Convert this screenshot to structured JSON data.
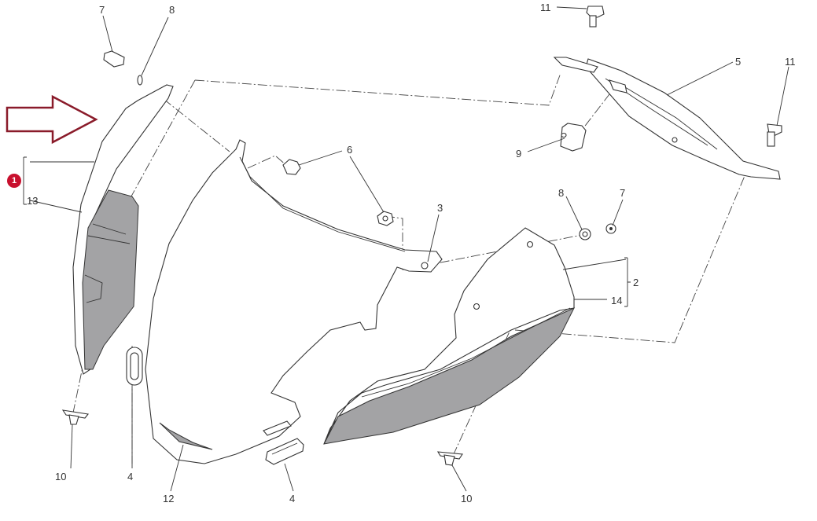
{
  "callout": {
    "number": "1",
    "color": "#c8102e"
  },
  "arrow": {
    "color": "#8a1b2a"
  },
  "labels": {
    "l7a": "7",
    "l8a": "8",
    "l11a": "11",
    "l5": "5",
    "l11b": "11",
    "l9": "9",
    "l6": "6",
    "l3": "3",
    "l8b": "8",
    "l7b": "7",
    "l2": "2",
    "l14": "14",
    "l13": "13",
    "l10a": "10",
    "l4a": "4",
    "l12": "12",
    "l4b": "4",
    "l10b": "10"
  }
}
